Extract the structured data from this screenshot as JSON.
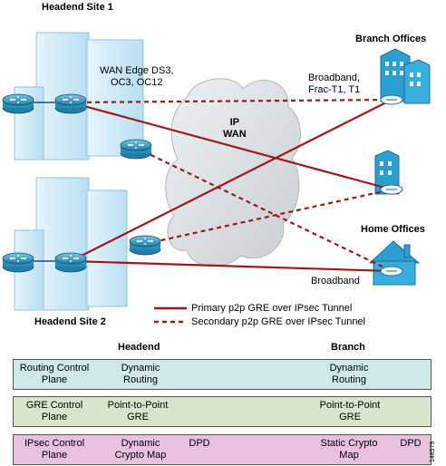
{
  "sites": {
    "headend1": "Headend Site 1",
    "headend2": "Headend Site 2",
    "branch_offices": "Branch Offices",
    "home_offices": "Home Offices",
    "cloud": "IP\nWAN"
  },
  "annotations": {
    "wan_edge": "WAN Edge DS3,\nOC3, OC12",
    "branch_links": "Broadband,\nFrac-T1, T1",
    "home_link": "Broadband"
  },
  "legend": {
    "primary": "Primary p2p GRE over IPsec Tunnel",
    "secondary": "Secondary p2p GRE over IPsec Tunnel",
    "color": "#9b1b1b"
  },
  "table": {
    "header_headend": "Headend",
    "header_branch": "Branch",
    "rows": [
      {
        "label": "Routing Control\nPlane",
        "headend": "Dynamic\nRouting",
        "headend_extra": "",
        "branch": "Dynamic\nRouting",
        "branch_extra": "",
        "color": "#cde9ea"
      },
      {
        "label": "GRE Control\nPlane",
        "headend": "Point-to-Point\nGRE",
        "headend_extra": "",
        "branch": "Point-to-Point\nGRE",
        "branch_extra": "",
        "color": "#d7e6cb"
      },
      {
        "label": "IPsec Control\nPlane",
        "headend": "Dynamic\nCrypto Map",
        "headend_extra": "DPD",
        "branch": "Static Crypto\nMap",
        "branch_extra": "DPD",
        "color": "#e8c2dc"
      }
    ]
  },
  "figure_id": "148579"
}
